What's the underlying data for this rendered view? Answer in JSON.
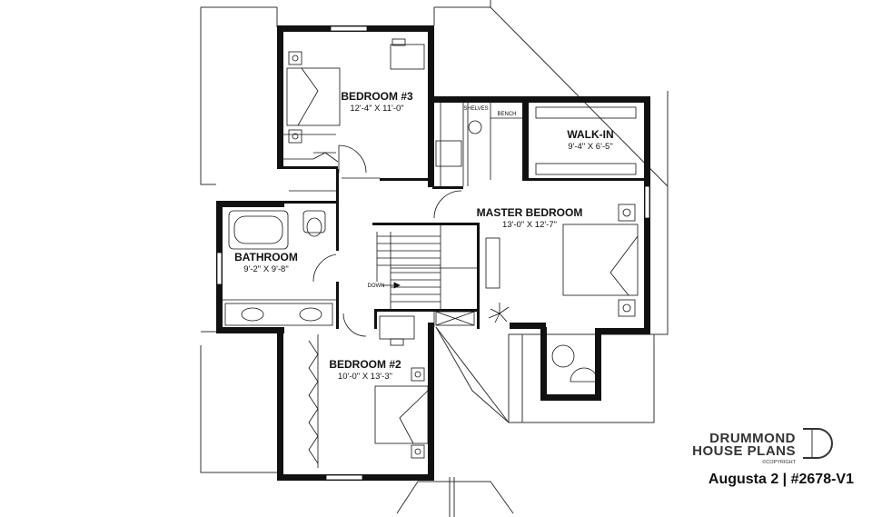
{
  "rooms": {
    "bedroom3": {
      "name": "BEDROOM #3",
      "dims": "12'-4\" X 11'-0\""
    },
    "walkin": {
      "name": "WALK-IN",
      "dims": "9'-4\" X 6'-5\""
    },
    "master": {
      "name": "MASTER BEDROOM",
      "dims": "13'-0\" X 12'-7\""
    },
    "bathroom": {
      "name": "BATHROOM",
      "dims": "9'-2\" X 9'-8\""
    },
    "bedroom2": {
      "name": "BEDROOM #2",
      "dims": "10'-0\" X 13'-3\""
    }
  },
  "labels": {
    "shelves": "SHELVES",
    "bench": "BENCH",
    "down": "DOWN"
  },
  "brand": {
    "line1": "DRUMMOND",
    "line2": "HOUSE PLANS",
    "copyright": "©COPYRIGHT"
  },
  "plan_id": "Augusta 2 | #2678-V1",
  "colors": {
    "wall": "#111111",
    "roof": "#333333",
    "background": "#ffffff"
  }
}
